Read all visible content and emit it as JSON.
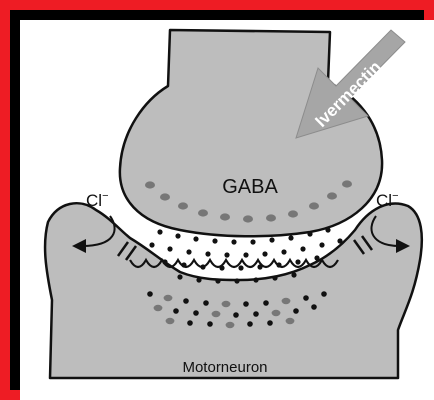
{
  "diagram": {
    "labels": {
      "terminal": "GABA",
      "drug": "Ivermectin",
      "ion_left": "Cl",
      "ion_right": "Cl",
      "ion_charge": "−",
      "cell": "Motorneuron"
    },
    "colors": {
      "frame": "#ee1c24",
      "background": "#000000",
      "panel": "#ffffff",
      "cell_fill": "#bdbdbd",
      "arrow_fill": "#a6a6a6",
      "vesicle": "#777777",
      "neurotransmitter": "#111111"
    }
  }
}
